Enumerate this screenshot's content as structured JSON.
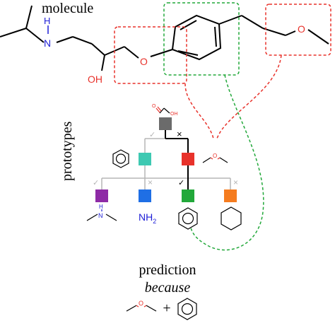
{
  "labels": {
    "molecule": "molecule",
    "prototypes": "prototypes",
    "prediction": "prediction",
    "because": "because",
    "plus": "+"
  },
  "atoms": {
    "amine_h": "H",
    "amine_n": "N",
    "ether_o": "O",
    "methoxy_o": "O",
    "hydroxyl": "OH",
    "root_oh": "OH",
    "leaf_n": "N",
    "leaf_h": "H",
    "nh2_n": "NH",
    "nh2_sub": "2"
  },
  "markers": {
    "check": "✓",
    "cross": "×"
  },
  "colors": {
    "red": "#e8322b",
    "green": "#22a83a",
    "teal": "#3ec9b2",
    "purple": "#8e2aa6",
    "blue": "#1f6fe5",
    "orange": "#f57c1f",
    "gray": "#6b6b6b",
    "nitrogen": "#1d1dd6"
  }
}
